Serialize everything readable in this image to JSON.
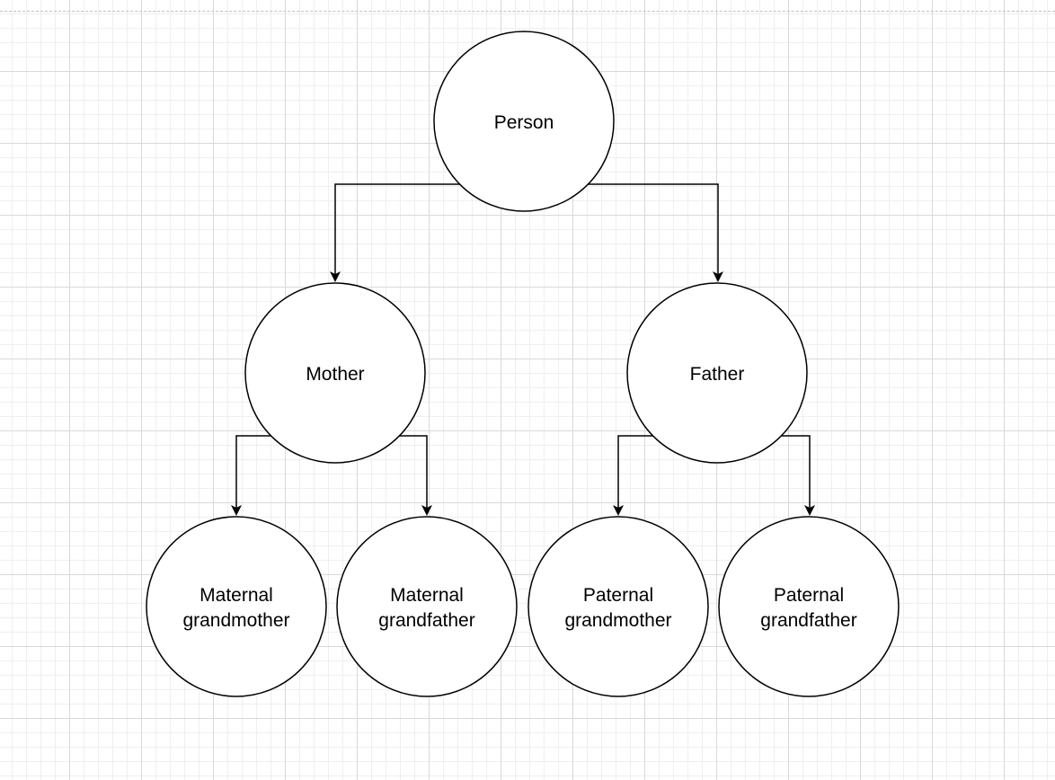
{
  "diagram": {
    "type": "family-tree",
    "colors": {
      "stroke": "#000000",
      "fill": "#ffffff",
      "grid_major": "#d9d9d9",
      "grid_minor": "#efefef",
      "page_edge": "#c2c2c2"
    },
    "nodes": {
      "person": {
        "line1": "Person"
      },
      "mother": {
        "line1": "Mother"
      },
      "father": {
        "line1": "Father"
      },
      "maternal_grandmother": {
        "line1": "Maternal",
        "line2": "grandmother"
      },
      "maternal_grandfather": {
        "line1": "Maternal",
        "line2": "grandfather"
      },
      "paternal_grandmother": {
        "line1": "Paternal",
        "line2": "grandmother"
      },
      "paternal_grandfather": {
        "line1": "Paternal",
        "line2": "grandfather"
      }
    },
    "edges": [
      {
        "from": "person",
        "to": "mother"
      },
      {
        "from": "person",
        "to": "father"
      },
      {
        "from": "mother",
        "to": "maternal_grandmother"
      },
      {
        "from": "mother",
        "to": "maternal_grandfather"
      },
      {
        "from": "father",
        "to": "paternal_grandmother"
      },
      {
        "from": "father",
        "to": "paternal_grandfather"
      }
    ]
  }
}
